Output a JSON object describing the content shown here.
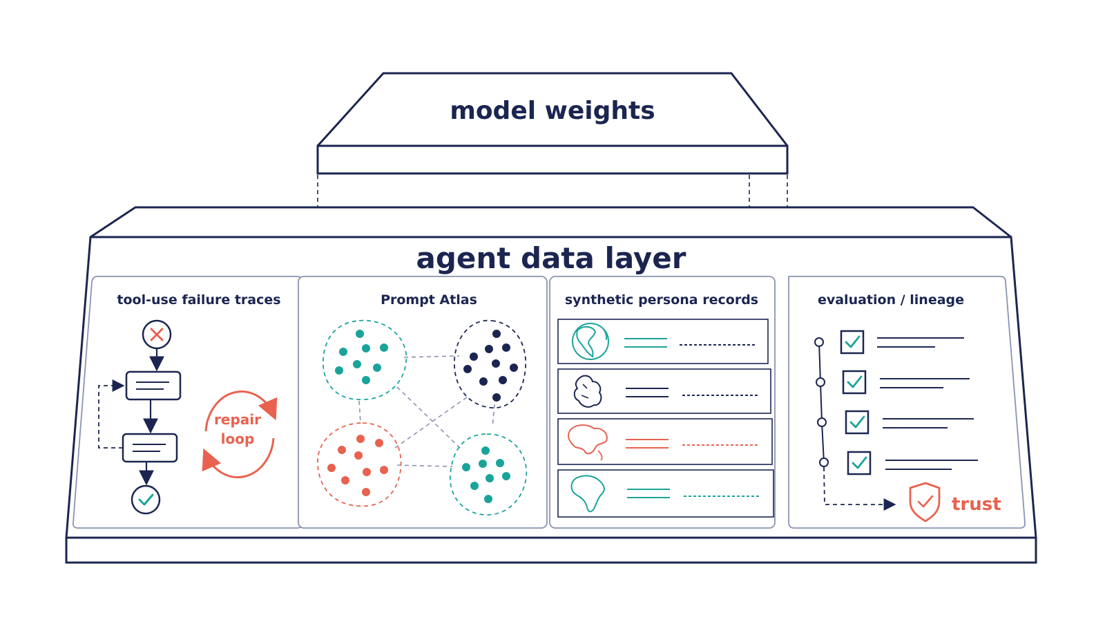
{
  "colors": {
    "navy": "#1b2550",
    "teal": "#1aa39a",
    "coral": "#e8624f",
    "panel_border": "#8a93b0"
  },
  "top_block": {
    "label": "model weights"
  },
  "main_block": {
    "label": "agent data layer"
  },
  "panels": {
    "failure_traces": {
      "title": "tool-use failure traces",
      "repair_label_line1": "repair",
      "repair_label_line2": "loop"
    },
    "prompt_atlas": {
      "title": "Prompt Atlas",
      "clusters": [
        {
          "color": "teal",
          "dots": 8
        },
        {
          "color": "navy",
          "dots": 10
        },
        {
          "color": "coral",
          "dots": 9
        },
        {
          "color": "teal",
          "dots": 8
        }
      ]
    },
    "persona_records": {
      "title": "synthetic persona records",
      "rows": [
        {
          "icon": "globe-americas-icon",
          "color": "teal"
        },
        {
          "icon": "europe-map-icon",
          "color": "navy"
        },
        {
          "icon": "asia-map-icon",
          "color": "coral"
        },
        {
          "icon": "africa-map-icon",
          "color": "teal"
        }
      ]
    },
    "evaluation": {
      "title": "evaluation / lineage",
      "checks": 4,
      "trust_label": "trust"
    }
  }
}
